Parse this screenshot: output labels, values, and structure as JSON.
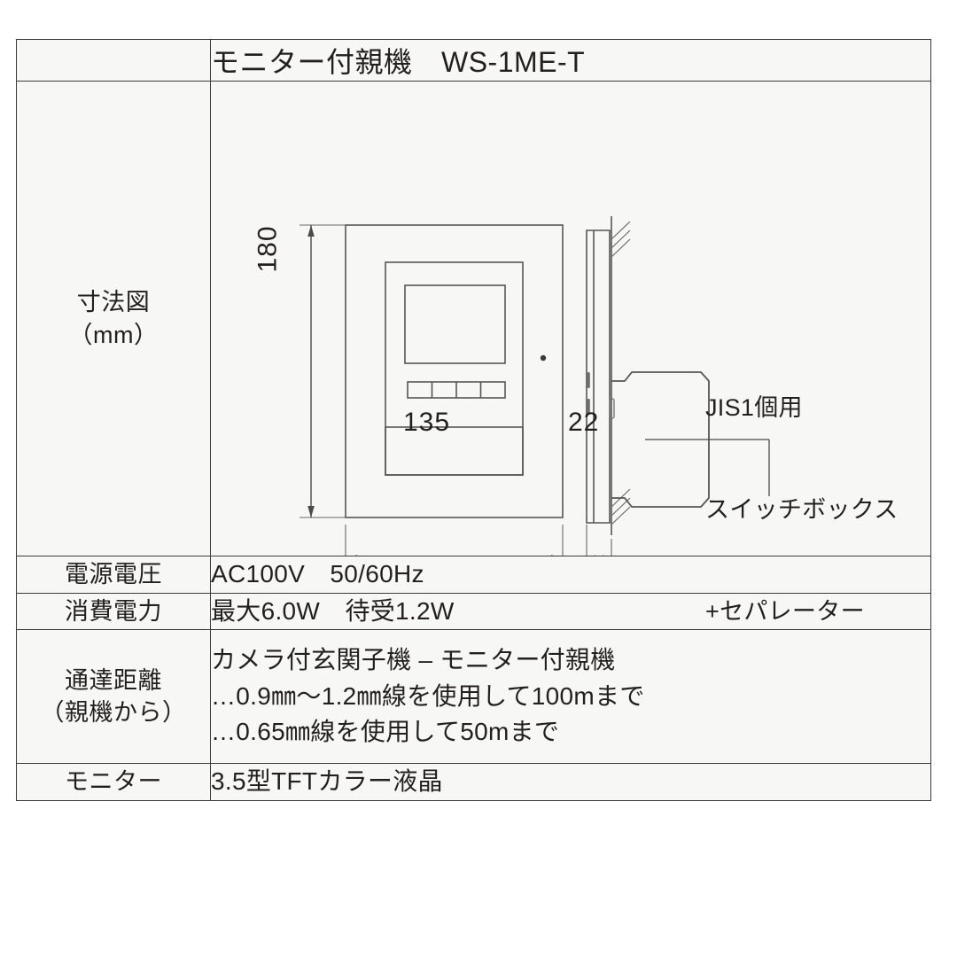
{
  "header": {
    "title": "モニター付親機　WS-1ME-T"
  },
  "rows": {
    "dimensions": {
      "label_line1": "寸法図",
      "label_line2": "（mm）"
    },
    "voltage": {
      "label": "電源電圧",
      "value": "AC100V　50/60Hz"
    },
    "power": {
      "label": "消費電力",
      "value": "最大6.0W　待受1.2W"
    },
    "range": {
      "label_line1": "通達距離",
      "label_line2": "（親機から）",
      "value_line1": "カメラ付玄関子機 – モニター付親機",
      "value_line2": "…0.9㎜～1.2㎜線を使用して100mまで",
      "value_line3": "…0.65㎜線を使用して50mまで"
    },
    "monitor": {
      "label": "モニター",
      "value": "3.5型TFTカラー液晶"
    }
  },
  "diagram": {
    "dim_height": "180",
    "dim_width": "135",
    "dim_depth": "22",
    "callout_line1": "JIS1個用",
    "callout_line2": "スイッチボックス",
    "callout_line3": "+セパレーター"
  },
  "colors": {
    "border": "#3a3a3a",
    "cell_bg": "#f7f7f5",
    "text": "#231f20",
    "line": "#555555"
  }
}
